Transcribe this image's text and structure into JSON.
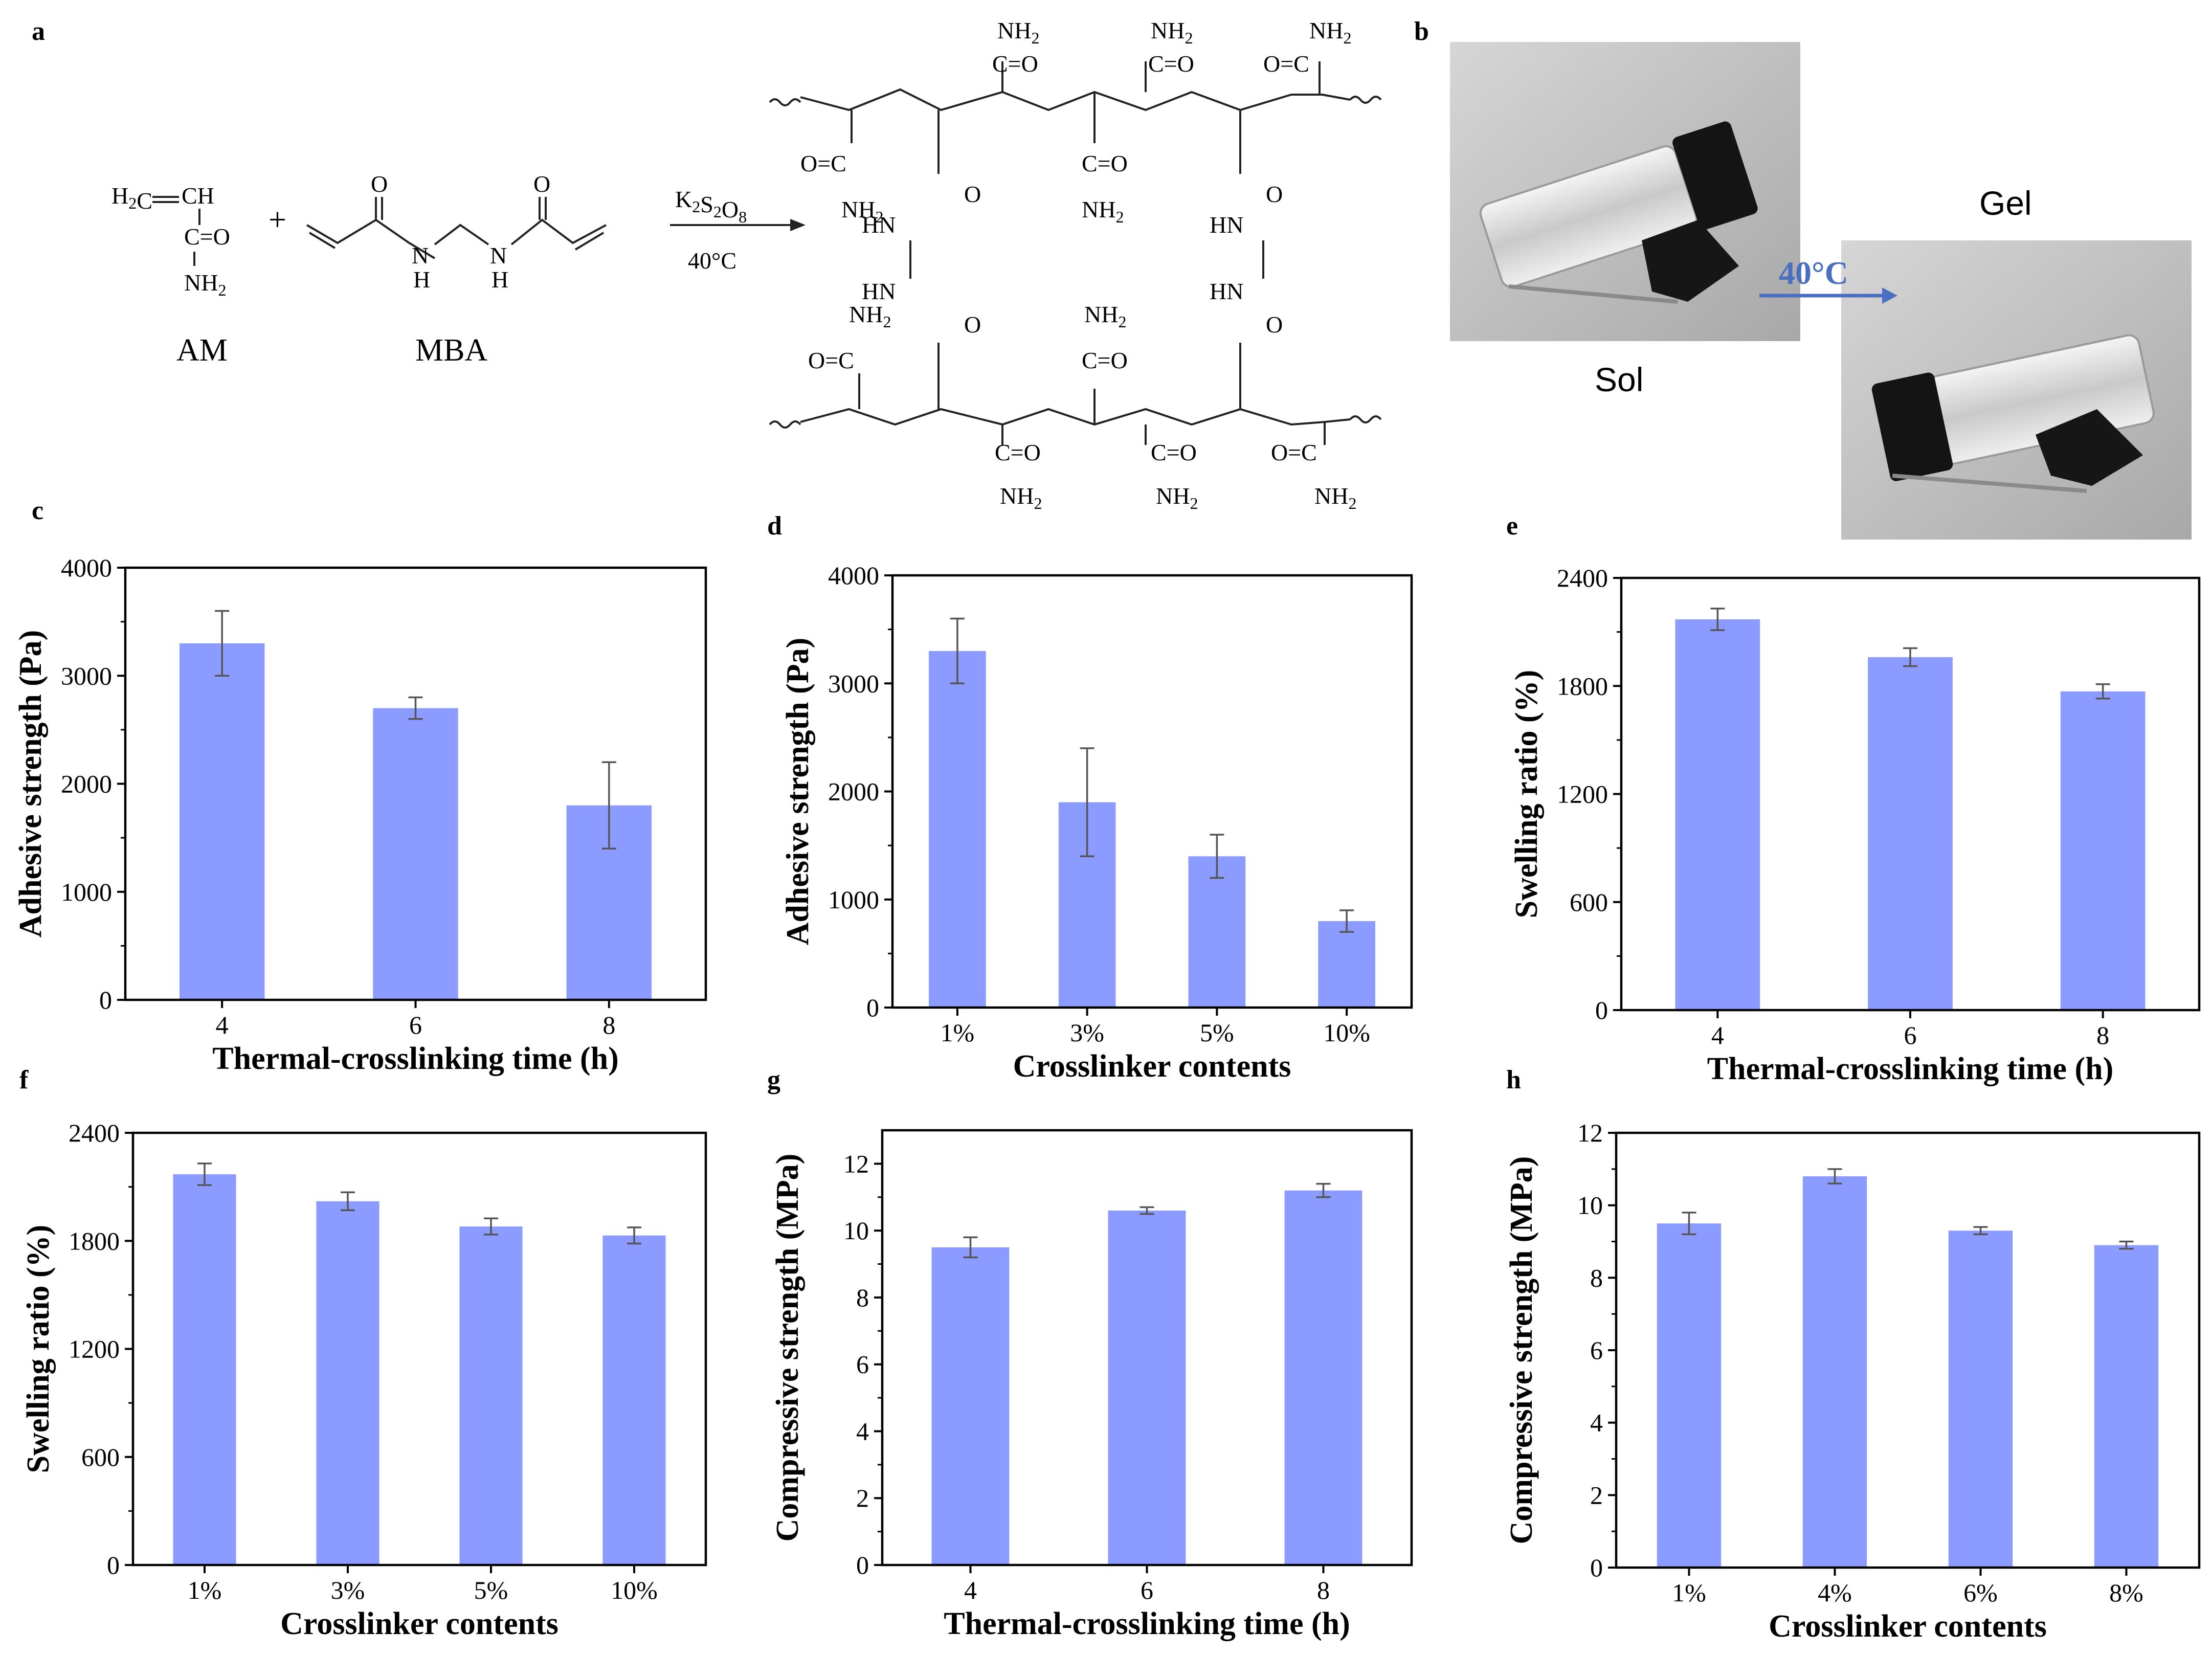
{
  "panels": {
    "a": "a",
    "b": "b",
    "c": "c",
    "d": "d",
    "e": "e",
    "f": "f",
    "g": "g",
    "h": "h"
  },
  "scheme": {
    "monomer_label": "AM",
    "crosslinker_label": "MBA",
    "plus": "+",
    "initiator": "K2S2O8",
    "temperature": "40°C",
    "am_ch2": "H2C",
    "am_ch": "CH",
    "co": "C=O",
    "nh2": "NH2",
    "o": "O",
    "n": "N",
    "h": "H",
    "hn": "HN",
    "oc": "O=C"
  },
  "photos": {
    "sol_label": "Sol",
    "gel_label": "Gel",
    "arrow_label": "40°C"
  },
  "colors": {
    "bar": "#8c9bff",
    "arrow": "#4a6fc0"
  },
  "chart_data": [
    {
      "panel": "c",
      "type": "bar",
      "categories": [
        "4",
        "6",
        "8"
      ],
      "values": [
        3300,
        2700,
        1800
      ],
      "errors": [
        300,
        100,
        400
      ],
      "xlabel": "Thermal-crosslinking time (h)",
      "ylabel": "Adhesive strength (Pa)",
      "ylim": [
        0,
        4000
      ],
      "yticks": [
        0,
        1000,
        2000,
        3000,
        4000
      ]
    },
    {
      "panel": "d",
      "type": "bar",
      "categories": [
        "1%",
        "3%",
        "5%",
        "10%"
      ],
      "values": [
        3300,
        1900,
        1400,
        800
      ],
      "errors": [
        300,
        500,
        200,
        100
      ],
      "xlabel": "Crosslinker contents",
      "ylabel": "Adhesive strength (Pa)",
      "ylim": [
        0,
        4000
      ],
      "yticks": [
        0,
        1000,
        2000,
        3000,
        4000
      ]
    },
    {
      "panel": "e",
      "type": "bar",
      "categories": [
        "4",
        "6",
        "8"
      ],
      "values": [
        2170,
        1960,
        1770
      ],
      "errors": [
        60,
        50,
        40
      ],
      "xlabel": "Thermal-crosslinking time (h)",
      "ylabel": "Swelling ratio (%)",
      "ylim": [
        0,
        2400
      ],
      "yticks": [
        0,
        600,
        1200,
        1800,
        2400
      ]
    },
    {
      "panel": "f",
      "type": "bar",
      "categories": [
        "1%",
        "3%",
        "5%",
        "10%"
      ],
      "values": [
        2170,
        2020,
        1880,
        1830
      ],
      "errors": [
        60,
        50,
        45,
        45
      ],
      "xlabel": "Crosslinker contents",
      "ylabel": "Swelling ratio (%)",
      "ylim": [
        0,
        2400
      ],
      "yticks": [
        0,
        600,
        1200,
        1800,
        2400
      ]
    },
    {
      "panel": "g",
      "type": "bar",
      "categories": [
        "4",
        "6",
        "8"
      ],
      "values": [
        9.5,
        10.6,
        11.2
      ],
      "errors": [
        0.3,
        0.1,
        0.2
      ],
      "xlabel": "Thermal-crosslinking time (h)",
      "ylabel": "Compressive strength (MPa)",
      "ylim": [
        0,
        13
      ],
      "yticks": [
        0,
        2,
        4,
        6,
        8,
        10,
        12
      ]
    },
    {
      "panel": "h",
      "type": "bar",
      "categories": [
        "1%",
        "4%",
        "6%",
        "8%"
      ],
      "values": [
        9.5,
        10.8,
        9.3,
        8.9
      ],
      "errors": [
        0.3,
        0.2,
        0.1,
        0.1
      ],
      "xlabel": "Crosslinker contents",
      "ylabel": "Compressive strength (MPa)",
      "ylim": [
        0,
        12
      ],
      "yticks": [
        0,
        2,
        4,
        6,
        8,
        10,
        12
      ]
    }
  ]
}
